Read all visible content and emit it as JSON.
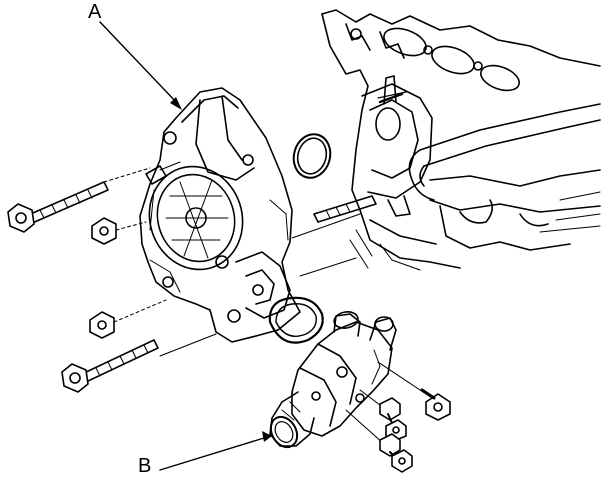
{
  "callouts": {
    "a": "A",
    "b": "B"
  },
  "parts": {
    "a": "water-pump-housing",
    "b": "thermostat-housing"
  },
  "colors": {
    "ink": "#000000",
    "paper": "#ffffff",
    "shade": "#000000"
  }
}
